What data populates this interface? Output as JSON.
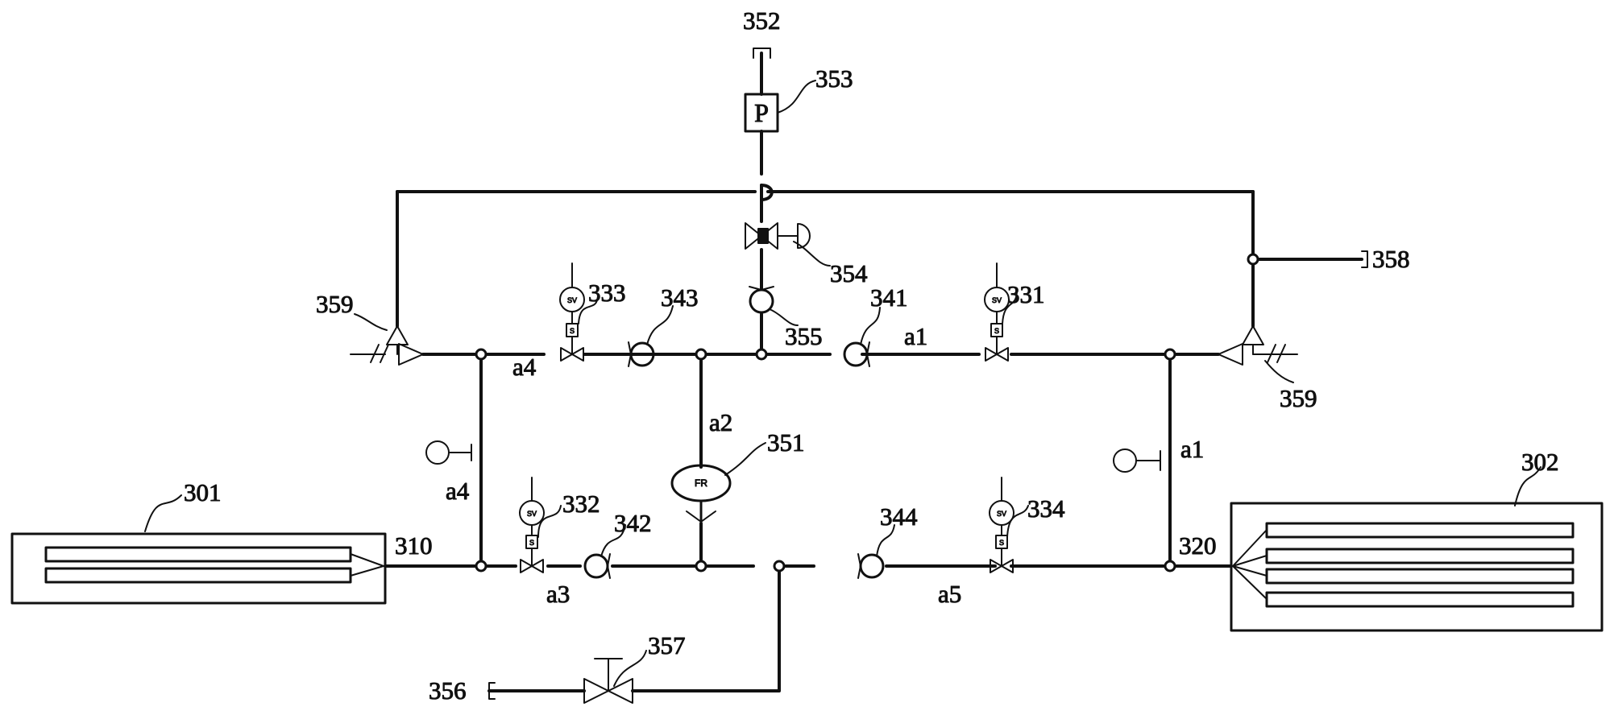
{
  "diagram": {
    "labels": {
      "l301": "301",
      "l302": "302",
      "l310": "310",
      "l320": "320",
      "l331": "331",
      "l332": "332",
      "l333": "333",
      "l334": "334",
      "l341": "341",
      "l342": "342",
      "l343": "343",
      "l344": "344",
      "l351": "351",
      "l352": "352",
      "l353": "353",
      "l354": "354",
      "l355": "355",
      "l356": "356",
      "l357": "357",
      "l358": "358",
      "l359a": "359",
      "l359b": "359",
      "a1top": "a1",
      "a1right": "a1",
      "a2": "a2",
      "a3": "a3",
      "a4top": "a4",
      "a4left": "a4",
      "a5": "a5"
    },
    "symbols": {
      "pressure": "P",
      "solenoid": "SV",
      "solenoid_coil": "S",
      "filter": "FR"
    }
  },
  "colors": {
    "line": "#111111",
    "background": "#ffffff"
  }
}
